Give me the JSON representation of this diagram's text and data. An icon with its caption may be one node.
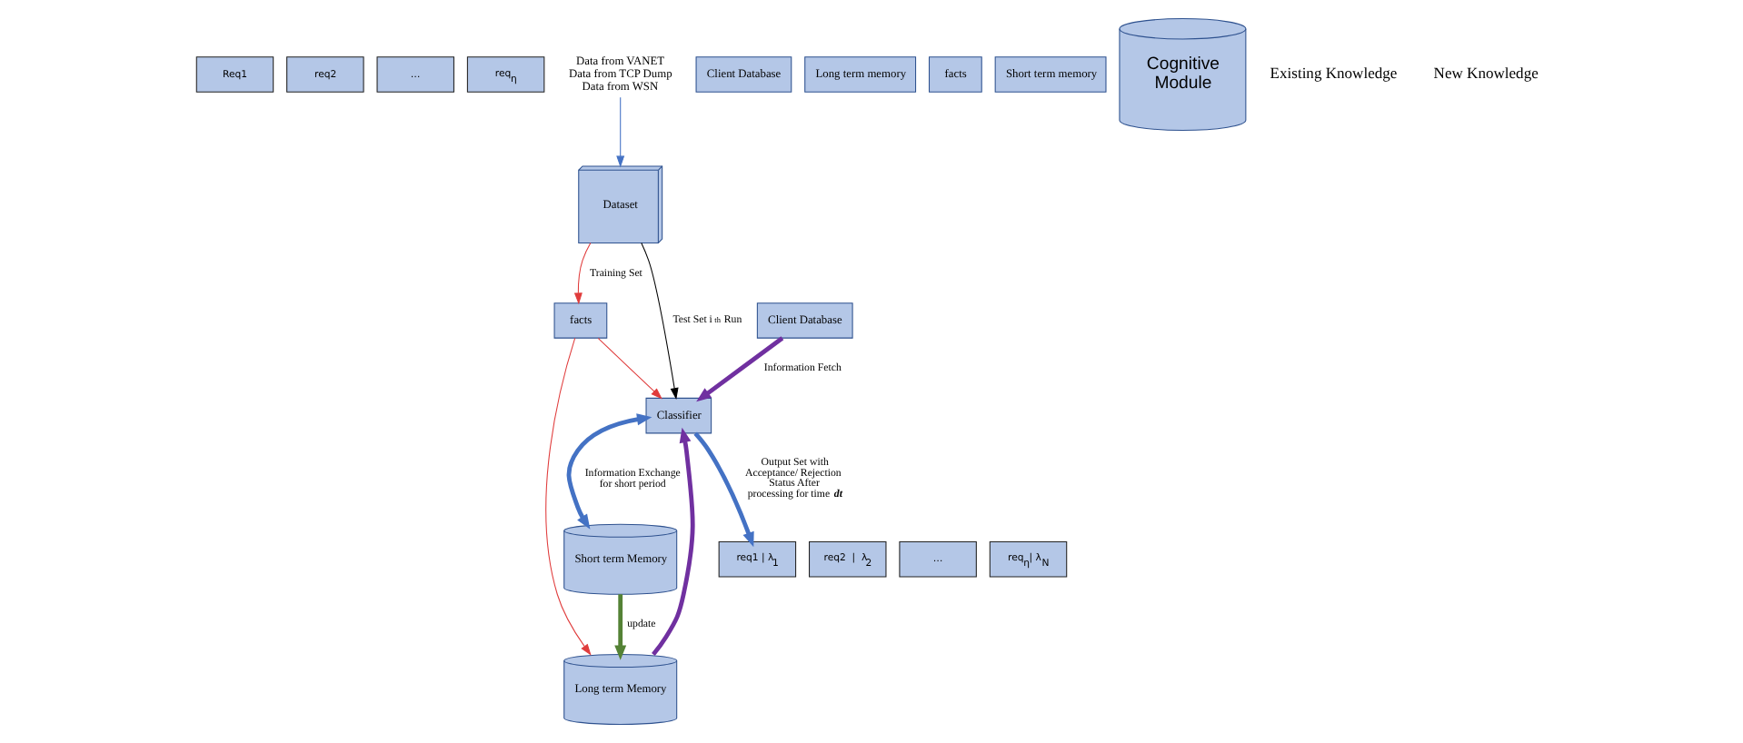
{
  "diagram": {
    "nodes": [
      {
        "text": [
          "Client Database"
        ]
      },
      {
        "text": [
          "Long term memory"
        ]
      },
      {
        "text": [
          "facts"
        ]
      },
      {
        "text": [
          "Short term memory"
        ]
      },
      {
        "text": [
          "Cognitive Module"
        ]
      },
      {
        "text": [
          "Client Database"
        ]
      },
      {
        "text": [
          "facts"
        ]
      },
      {
        "text": [
          "Classifier"
        ]
      },
      {
        "text": [
          "Long term Memory"
        ]
      },
      {
        "text": [
          "Short term Memory"
        ]
      },
      {
        "text": [
          "Data from VANET",
          "Data from TCP Dump",
          "Data from WSN"
        ]
      },
      {
        "text": [
          "Dataset"
        ]
      },
      {
        "text": [
          "Req1"
        ]
      },
      {
        "text": [
          "req2"
        ]
      },
      {
        "text": [
          "…"
        ]
      },
      {
        "text": [
          "req$_{η}$"
        ]
      },
      {
        "text": [
          "req1 | λ$_{1}$"
        ]
      },
      {
        "text": [
          "req2  |  λ$_{2}$"
        ]
      },
      {
        "text": [
          "…"
        ]
      },
      {
        "text": [
          "req$_{η}$| λ$_{N}$"
        ]
      }
    ],
    "edges": [
      {
        "from": 5,
        "to": 7,
        "arrow": "to",
        "label": "Information Fetch",
        "style": "thick",
        "color": "#7030a0"
      },
      {
        "from": 8,
        "to": 7,
        "arrow": "to",
        "style": "thick",
        "color": "#7030a0"
      },
      {
        "from": 6,
        "to": 8,
        "arrow": "to",
        "color": "#e03c3c"
      },
      {
        "from": 6,
        "to": 7,
        "arrow": "to",
        "color": "#e03c3c"
      },
      {
        "from": 9,
        "to": 8,
        "arrow": "to",
        "label": "update",
        "style": "thick",
        "color": "#548235"
      },
      {
        "from": 7,
        "to": 9,
        "arrow": "both",
        "label": "Information Exchange for short period",
        "style": "thick",
        "color": "#4472c4"
      },
      {
        "from": 10,
        "to": 11,
        "arrow": "to",
        "color": "#4472c4"
      },
      {
        "from": 11,
        "to": 6,
        "arrow": "to",
        "label": "Training Set",
        "color": "#e03c3c"
      },
      {
        "from": 11,
        "to": 7,
        "arrow": "to",
        "label": "Test Set i$^{th}$ Run",
        "color": "#000000"
      },
      {
        "from": 7,
        "to": 16,
        "arrow": "to",
        "label": "Output Set with Acceptance/ Rejection Status After processing for time **dt**",
        "style": "thick",
        "color": "#4472c4"
      }
    ],
    "labels": [
      "Existing Knowledge",
      "New Knowledge"
    ]
  }
}
